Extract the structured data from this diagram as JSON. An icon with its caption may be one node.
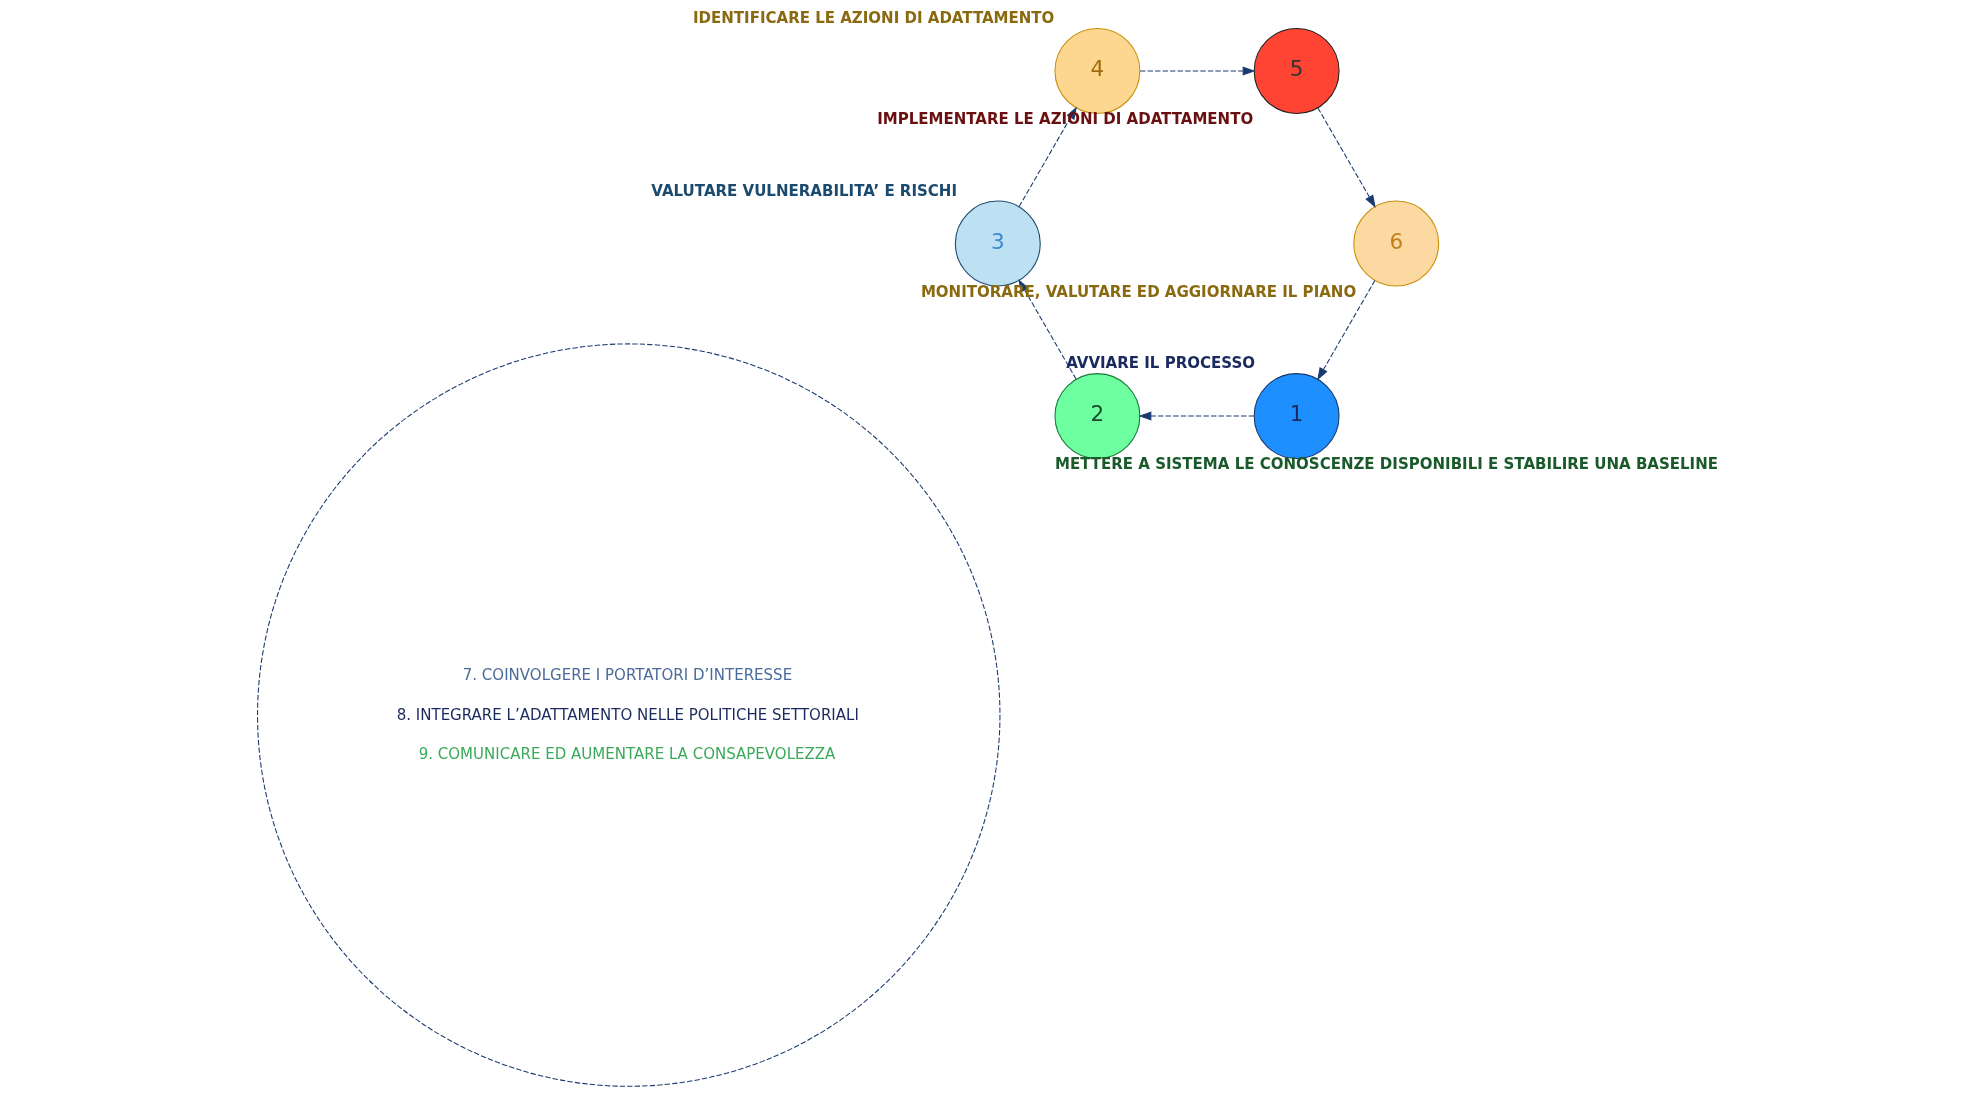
{
  "diagram": {
    "nodes": [
      {
        "text": [
          "1"
        ],
        "beside": [
          "AVVIARE IL PROCESSO"
        ]
      },
      {
        "text": [
          "2"
        ],
        "beside": [
          "METTERE A SISTEMA LE CONOSCENZE DISPONIBILI E STABILIRE UNA BASELINE"
        ]
      },
      {
        "text": [
          "3"
        ],
        "beside": [
          "VALUTARE VULNERABILITA’ E RISCHI"
        ]
      },
      {
        "text": [
          "4"
        ],
        "beside": [
          "IDENTIFICARE LE AZIONI DI ADATTAMENTO"
        ]
      },
      {
        "text": [
          "5"
        ],
        "beside": [
          "IMPLEMENTARE LE AZIONI DI ADATTAMENTO"
        ]
      },
      {
        "text": [
          "6"
        ],
        "beside": [
          "MONITORARE, VALUTARE ED AGGIORNARE IL PIANO"
        ]
      },
      {
        "text": [
          "7. COINVOLGERE I PORTATORI D’INTERESSE",
          "8. INTEGRARE L’ADATTAMENTO NELLE POLITICHE SETTORIALI",
          "9. COMUNICARE ED AUMENTARE LA CONSAPEVOLEZZA"
        ]
      }
    ],
    "edges": [
      {
        "from": 0,
        "to": 1,
        "arrow": "to",
        "style": "dashed"
      },
      {
        "from": 1,
        "to": 2,
        "arrow": "to",
        "style": "dashed"
      },
      {
        "from": 2,
        "to": 3,
        "arrow": "to",
        "style": "dashed"
      },
      {
        "from": 3,
        "to": 4,
        "arrow": "to",
        "style": "dashed"
      },
      {
        "from": 4,
        "to": 5,
        "arrow": "to",
        "style": "dashed"
      },
      {
        "from": 5,
        "to": 0,
        "arrow": "to",
        "style": "dashed"
      }
    ]
  }
}
